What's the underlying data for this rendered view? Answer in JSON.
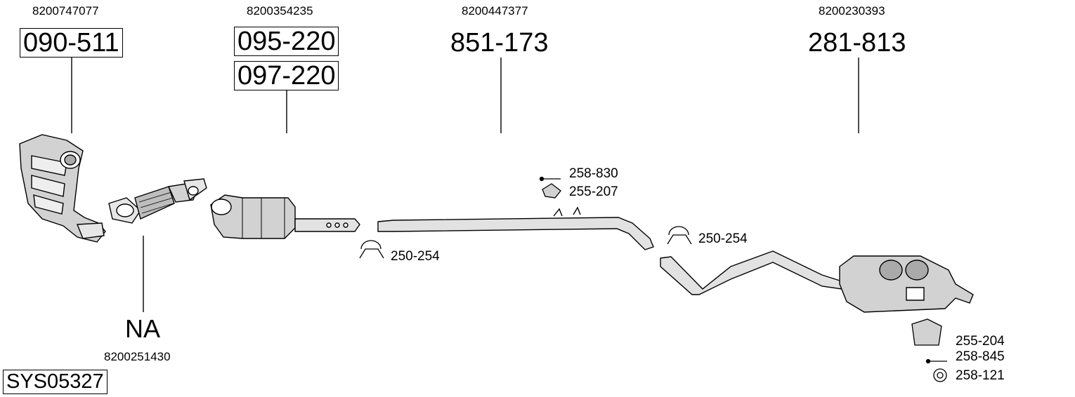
{
  "system_code": "SYS05327",
  "groups": [
    {
      "oem": "8200747077",
      "parts": [
        "090-511"
      ]
    },
    {
      "oem": "8200354235",
      "parts": [
        "095-220",
        "097-220"
      ]
    },
    {
      "oem": "8200447377",
      "parts": [
        "851-173"
      ]
    },
    {
      "oem": "8200230393",
      "parts": [
        "281-813"
      ]
    }
  ],
  "flex_pipe": {
    "label": "NA",
    "oem": "8200251430"
  },
  "accessories": {
    "bolt_1": "258-830",
    "rubber_1": "255-207",
    "clamp_1": "250-254",
    "clamp_2": "250-254",
    "bracket_2": "255-204",
    "bolt_2": "258-845",
    "washer_2": "258-121"
  }
}
